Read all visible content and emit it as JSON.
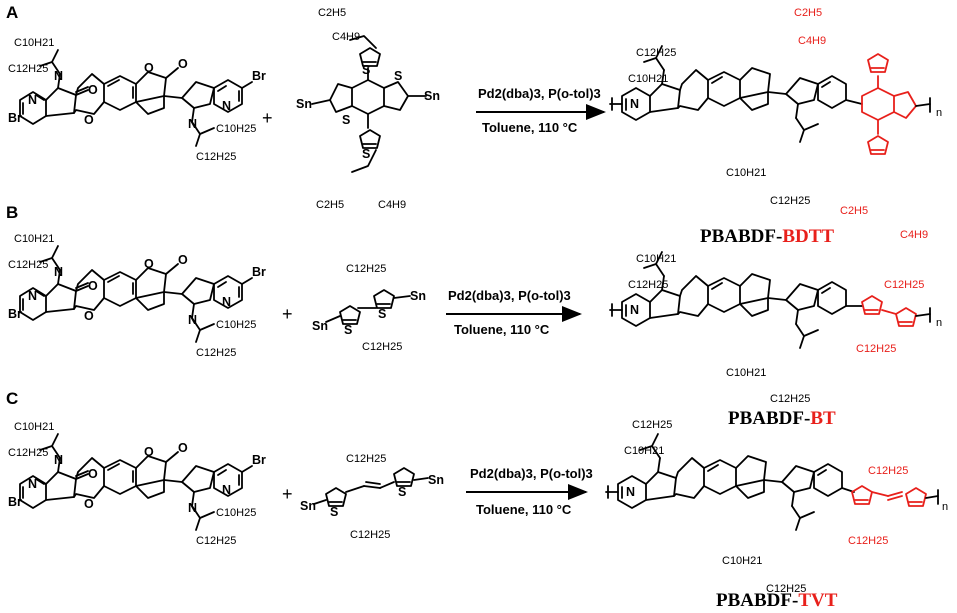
{
  "panels": [
    {
      "label": "A",
      "monomer_subs": [
        "C10H21",
        "C12H25",
        "C10H25",
        "C12H25"
      ],
      "comonomer_subs": [
        "C2H5",
        "C4H9",
        "C2H5",
        "C4H9"
      ],
      "cond_top": "Pd2(dba)3, P(o-tol)3",
      "cond_bottom": "Toluene, 110 °C",
      "name_black": "PBABDF-",
      "name_red": "BDTT"
    },
    {
      "label": "B",
      "monomer_subs": [
        "C10H21",
        "C12H25",
        "C10H25",
        "C12H25"
      ],
      "comonomer_subs": [
        "C12H25",
        "C12H25"
      ],
      "cond_top": "Pd2(dba)3, P(o-tol)3",
      "cond_bottom": "Toluene, 110 °C",
      "name_black": "PBABDF-",
      "name_red": "BT"
    },
    {
      "label": "C",
      "monomer_subs": [
        "C10H21",
        "C12H25",
        "C10H25",
        "C12H25"
      ],
      "comonomer_subs": [
        "C12H25",
        "C12H25"
      ],
      "cond_top": "Pd2(dba)3, P(o-tol)3",
      "cond_bottom": "Toluene, 110 °C",
      "name_black": "PBABDF-",
      "name_red": "TVT"
    }
  ],
  "atoms": {
    "br": "Br",
    "n": "N",
    "o": "O",
    "s": "S",
    "sn": "Sn",
    "plus": "+",
    "repeat": "n"
  },
  "colors": {
    "black": "#000000",
    "red": "#e8201b"
  }
}
